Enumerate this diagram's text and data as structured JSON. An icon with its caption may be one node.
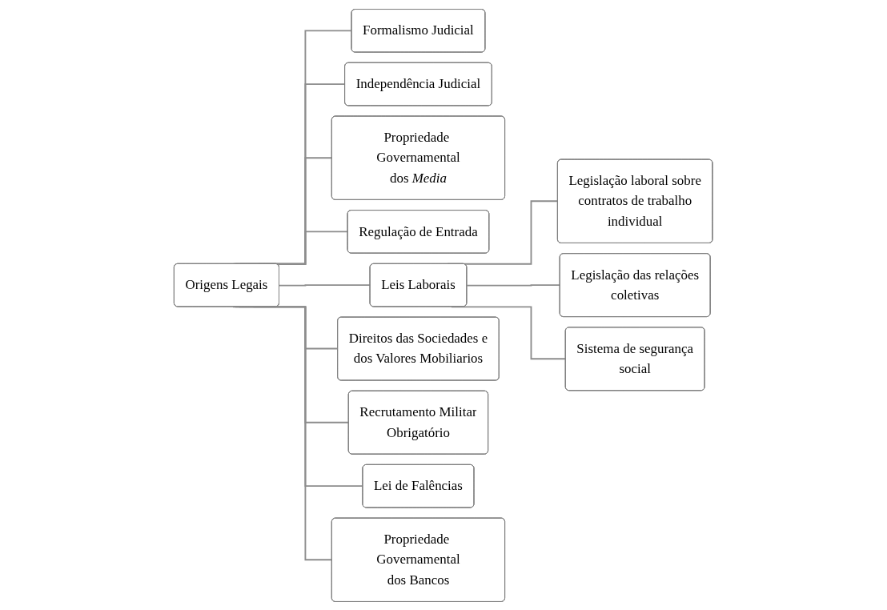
{
  "diagram": {
    "nodes": [
      {
        "text": [
          "Origens Legais"
        ]
      },
      {
        "text": [
          "Formalismo Judicial"
        ]
      },
      {
        "text": [
          "Independência Judicial"
        ]
      },
      {
        "text": [
          "Propriedade Governamental dos *Media*"
        ]
      },
      {
        "text": [
          "Regulação de Entrada"
        ]
      },
      {
        "text": [
          "Leis Laborais"
        ]
      },
      {
        "text": [
          "Direitos das Sociedades e dos Valores Mobiliarios"
        ]
      },
      {
        "text": [
          "Recrutamento Militar Obrigatório"
        ]
      },
      {
        "text": [
          "Lei de Falências"
        ]
      },
      {
        "text": [
          "Propriedade Governamental dos Bancos"
        ]
      },
      {
        "text": [
          "Legislação laboral sobre contratos de trabalho individual"
        ]
      },
      {
        "text": [
          "Legislação das relações coletivas"
        ]
      },
      {
        "text": [
          "Sistema de segurança social"
        ]
      }
    ],
    "edges": [
      {
        "from": 0,
        "to": 1,
        "arrow": "none"
      },
      {
        "from": 0,
        "to": 2,
        "arrow": "none"
      },
      {
        "from": 0,
        "to": 3,
        "arrow": "none"
      },
      {
        "from": 0,
        "to": 4,
        "arrow": "none"
      },
      {
        "from": 0,
        "to": 5,
        "arrow": "none"
      },
      {
        "from": 0,
        "to": 6,
        "arrow": "none"
      },
      {
        "from": 0,
        "to": 7,
        "arrow": "none"
      },
      {
        "from": 0,
        "to": 8,
        "arrow": "none"
      },
      {
        "from": 0,
        "to": 9,
        "arrow": "none"
      },
      {
        "from": 5,
        "to": 10,
        "arrow": "none"
      },
      {
        "from": 5,
        "to": 11,
        "arrow": "none"
      },
      {
        "from": 5,
        "to": 12,
        "arrow": "none"
      }
    ]
  }
}
